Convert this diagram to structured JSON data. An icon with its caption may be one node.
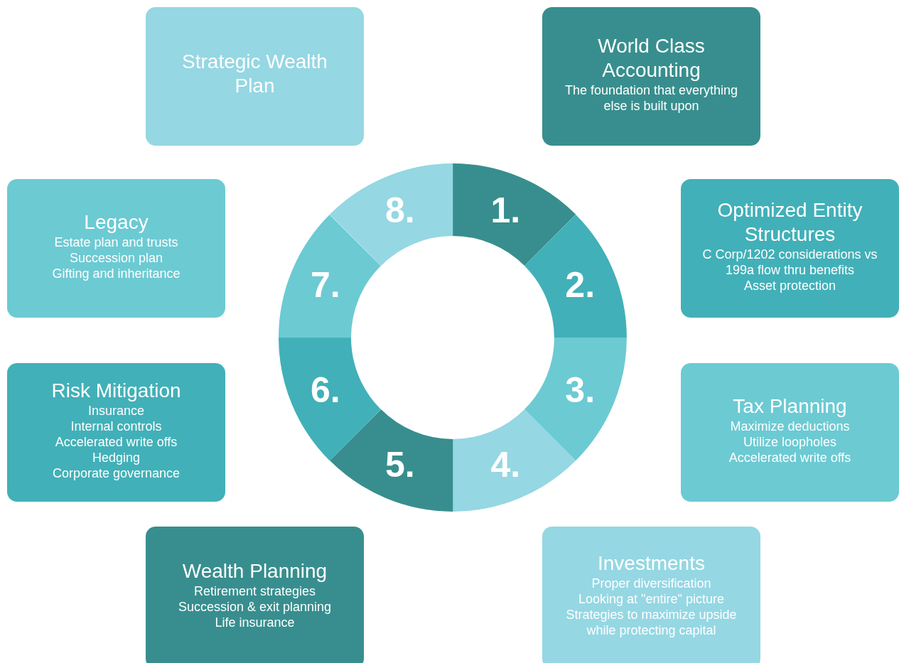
{
  "diagram": {
    "nodes": [
      {
        "text": [
          "Strategic Wealth Plan"
        ]
      },
      {
        "text": [
          "World Class Accounting",
          "The foundation that everything else is built upon"
        ]
      },
      {
        "text": [
          "Legacy",
          "Estate plan and trusts",
          "Succession plan",
          "Gifting and inheritance"
        ]
      },
      {
        "text": [
          "Optimized Entity Structures",
          "C Corp/1202 considerations vs 199a flow thru benefits",
          "Asset protection"
        ]
      },
      {
        "text": [
          "Risk Mitigation",
          "Insurance",
          "Internal controls",
          "Accelerated write offs",
          "Hedging",
          "Corporate governance"
        ]
      },
      {
        "text": [
          "Tax Planning",
          "Maximize deductions",
          "Utilize loopholes",
          "Accelerated write offs"
        ]
      },
      {
        "text": [
          "Wealth Planning",
          "Retirement strategies",
          "Succession & exit planning",
          "Life insurance"
        ]
      },
      {
        "text": [
          "Investments",
          "Proper diversification",
          "Looking at \"entire\" picture",
          "Strategies to maximize upside while protecting capital"
        ]
      },
      {
        "text": [
          "1."
        ]
      },
      {
        "text": [
          "2."
        ]
      },
      {
        "text": [
          "3."
        ]
      },
      {
        "text": [
          "4."
        ]
      },
      {
        "text": [
          "5."
        ]
      },
      {
        "text": [
          "6."
        ]
      },
      {
        "text": [
          "7."
        ]
      },
      {
        "text": [
          "8."
        ]
      }
    ]
  }
}
